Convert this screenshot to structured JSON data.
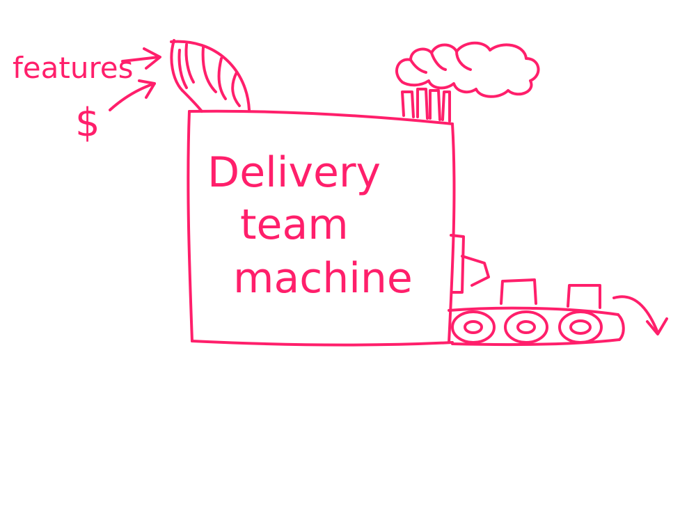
{
  "diagram": {
    "ink_color": "#ff1f6b",
    "background_color": "#ffffff",
    "inputs": {
      "features_label": "features",
      "money_label": "$"
    },
    "machine": {
      "label_lines": [
        "Delivery",
        "team",
        "machine"
      ]
    },
    "icons": {
      "intake": "intake-funnel-icon",
      "smoke": "smoke-cloud-icon",
      "chimneys": "chimney-stacks-icon",
      "conveyor": "conveyor-belt-icon",
      "packages": "package-box-icon"
    }
  }
}
